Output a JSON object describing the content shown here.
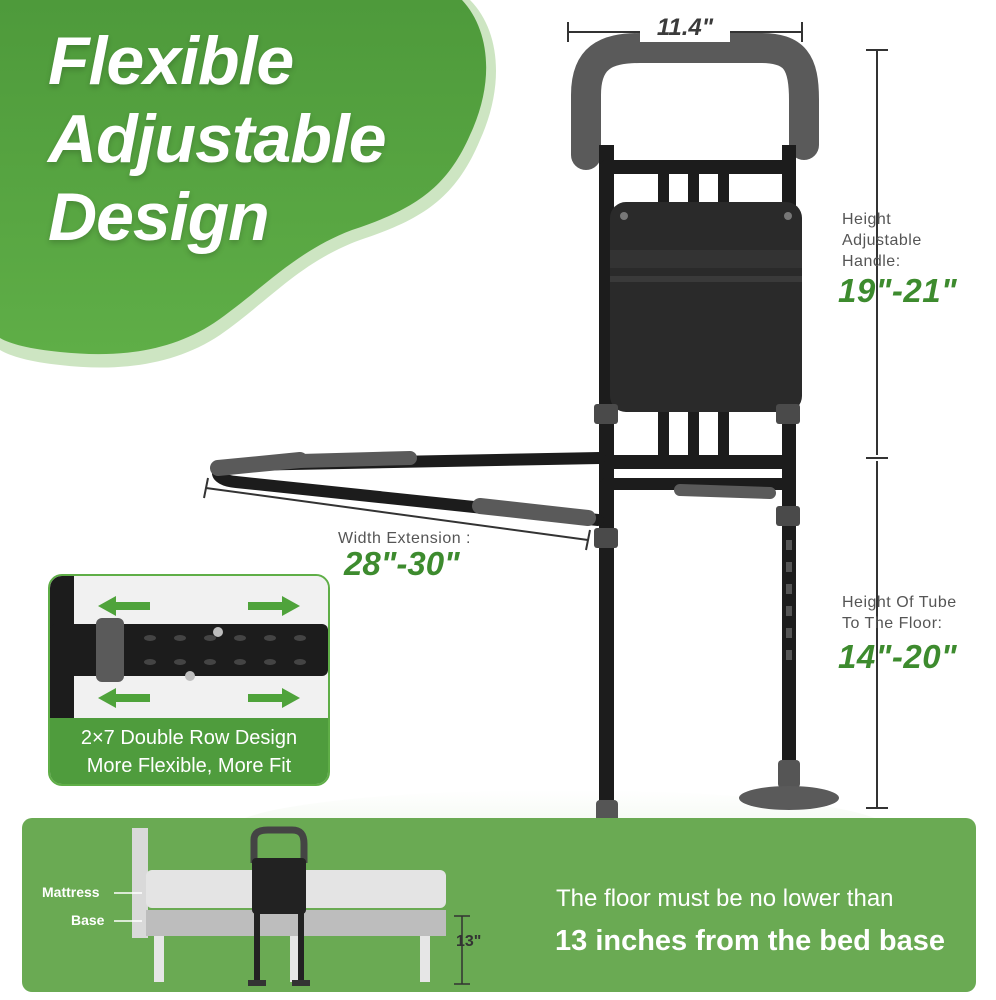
{
  "headline": {
    "line1": "Flexible",
    "line2": "Adjustable",
    "line3": "Design"
  },
  "dimensions": {
    "handle_width": "11.4\"",
    "height_handle_label_1": "Height",
    "height_handle_label_2": "Adjustable",
    "height_handle_label_3": "Handle:",
    "height_handle_value": "19\"-21\"",
    "tube_label_1": "Height Of Tube",
    "tube_label_2": "To The Floor:",
    "tube_value": "14\"-20\"",
    "width_label": "Width Extension :",
    "width_value": "28\"-30\""
  },
  "inset": {
    "caption_line1": "2×7 Double Row Design",
    "caption_line2": "More Flexible, More Fit"
  },
  "bottom": {
    "mattress_label": "Mattress",
    "base_label": "Base",
    "clearance": "13\"",
    "line1": "The floor must be no lower than",
    "line2": "13 inches from the bed base"
  },
  "colors": {
    "green_dark": "#3d8b2e",
    "green_band": "#6aaa53",
    "green_blob": "#5aa545",
    "product_black": "#1c1c1c",
    "grip_gray": "#5a5a5a"
  }
}
